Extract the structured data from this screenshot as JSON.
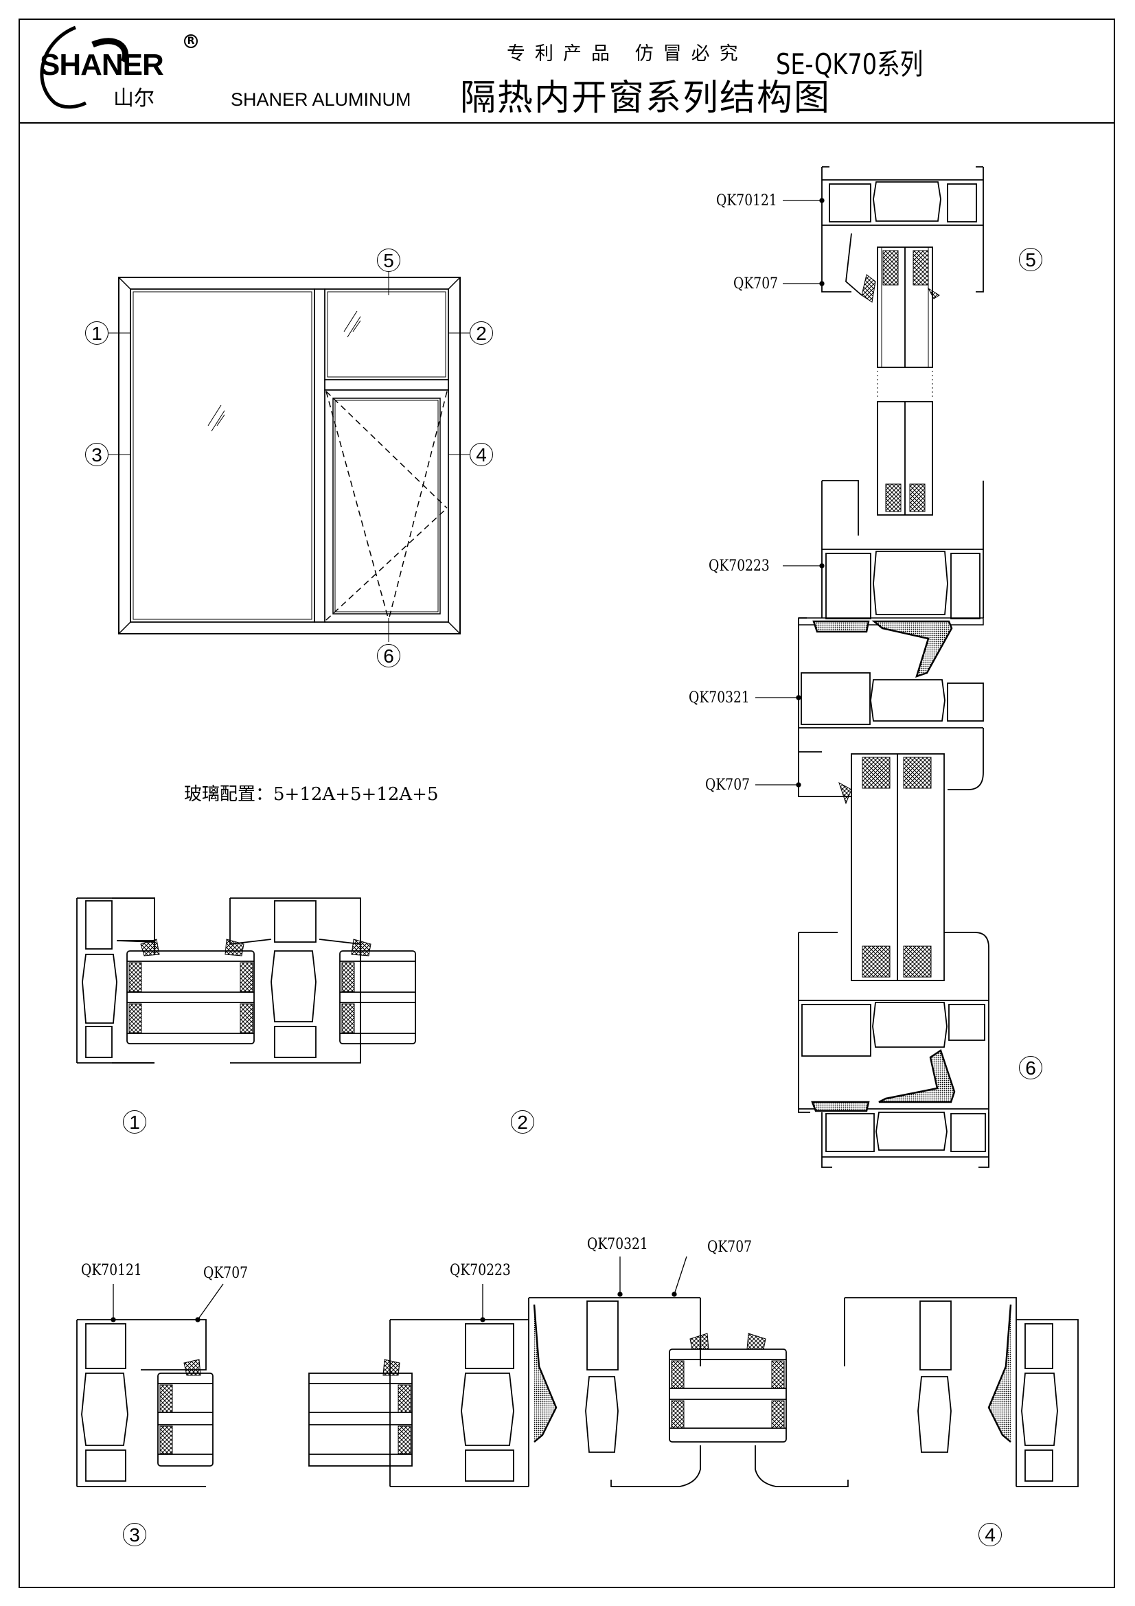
{
  "header": {
    "logo_word": "SHANER",
    "logo_cn": "山尔",
    "logo_reg": "R",
    "company": "SHANER  ALUMINUM",
    "slogan": "专利产品  仿冒必究",
    "title": "隔热内开窗系列结构图",
    "series": "SE-QK70系列"
  },
  "elevation": {
    "callouts": [
      "1",
      "2",
      "3",
      "4",
      "5",
      "6"
    ],
    "glass_config": "玻璃配置：5+12A+5+12A+5"
  },
  "section_5_6": {
    "labels": [
      "QK70121",
      "QK707",
      "QK70223",
      "QK70321",
      "QK707"
    ],
    "callouts": [
      "5",
      "6"
    ]
  },
  "section_1_2": {
    "callouts": [
      "1",
      "2"
    ]
  },
  "section_3_4": {
    "labels": [
      "QK70121",
      "QK707",
      "QK70223",
      "QK70321",
      "QK707"
    ],
    "callouts": [
      "3",
      "4"
    ]
  }
}
